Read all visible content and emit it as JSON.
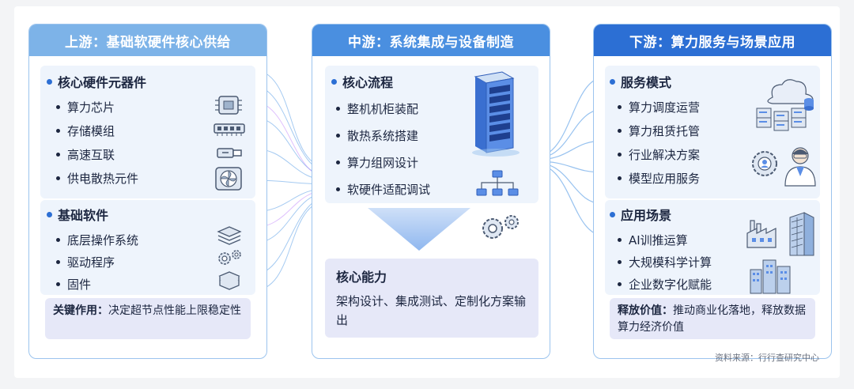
{
  "upstream": {
    "header": "上游：基础软硬件核心供给",
    "hardware_title": "核心硬件元器件",
    "hardware_items": [
      "算力芯片",
      "存储模组",
      "高速互联",
      "供电散热元件"
    ],
    "software_title": "基础软件",
    "software_items": [
      "底层操作系统",
      "驱动程序",
      "固件"
    ],
    "note_label": "关键作用：",
    "note_text": "决定超节点性能上限稳定性"
  },
  "midstream": {
    "header": "中游：系统集成与设备制造",
    "process_title": "核心流程",
    "process_items": [
      "整机机柜装配",
      "散热系统搭建",
      "算力组网设计",
      "软硬件适配调试"
    ],
    "capability_title": "核心能力",
    "capability_text": "架构设计、集成测试、定制化方案输出"
  },
  "downstream": {
    "header": "下游：算力服务与场景应用",
    "service_title": "服务模式",
    "service_items": [
      "算力调度运营",
      "算力租赁托管",
      "行业解决方案",
      "模型应用服务"
    ],
    "scene_title": "应用场景",
    "scene_items": [
      "AI训推运算",
      "大规模科学计算",
      "企业数字化赋能"
    ],
    "note_label": "释放价值：",
    "note_text": "推动商业化落地，释放数据算力经济价值"
  },
  "source": "资料来源：行行查研究中心",
  "icons": [
    "chip-icon",
    "memory-icon",
    "usb-icon",
    "fan-icon",
    "layers-icon",
    "gears-icon",
    "stack-icon",
    "server-rack-icon",
    "network-icon",
    "gears-icon",
    "cloud-server-icon",
    "servers-icon",
    "gear-person-icon",
    "doctor-icon",
    "factory-icon",
    "skyscraper-icon",
    "city-icon"
  ],
  "colors": {
    "header_light": "#7db3e8",
    "header_mid": "#4a8fe0",
    "header_dark": "#2c6fd4",
    "box": "#eef4fc",
    "note": "#e6e8f8",
    "accent": "#2c6fd4"
  }
}
